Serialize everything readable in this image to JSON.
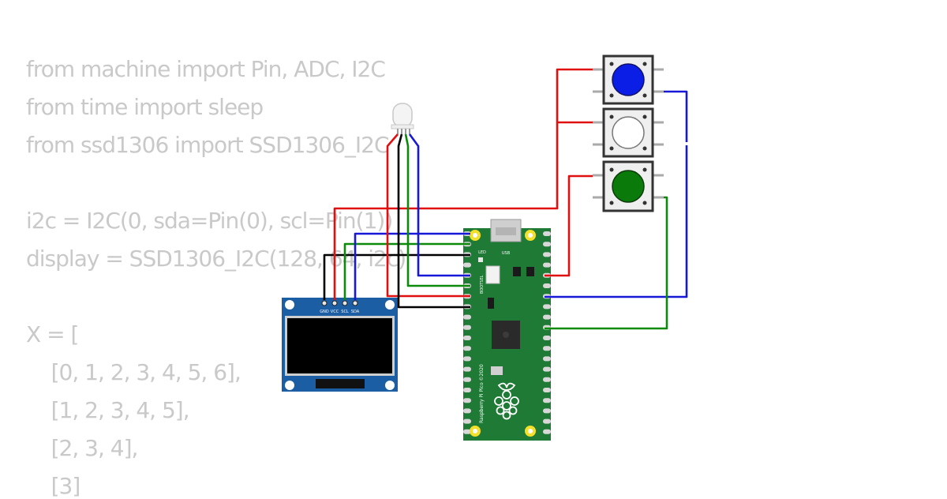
{
  "code_lines": [
    "from machine import Pin, ADC, I2C",
    "from time import sleep",
    "from ssd1306 import SSD1306_I2C",
    "",
    "i2c = I2C(0, sda=Pin(0), scl=Pin(1))",
    "display = SSD1306_I2C(128, 64, i2c)",
    "",
    "X = [",
    "    [0, 1, 2, 3, 4, 5, 6],",
    "    [1, 2, 3, 4, 5],",
    "    [2, 3, 4],",
    "    [3]"
  ],
  "oled": {
    "pin_labels": [
      "GND",
      "VCC",
      "SCL",
      "SDA"
    ]
  },
  "pico": {
    "usb_label": "USB",
    "led_label": "LED",
    "bootsel_label": "BOOTSEL",
    "board_label": "Raspberry Pi Pico ©2020"
  },
  "buttons": [
    {
      "id": "blue",
      "color": "#0a1ee6"
    },
    {
      "id": "white",
      "color": "#ffffff"
    },
    {
      "id": "green",
      "color": "#0a7a0a"
    }
  ],
  "colors": {
    "pcb": "#1e7a35",
    "oled_pcb": "#1b5ea3",
    "wire_red": "#e01010",
    "wire_blue": "#1818d8",
    "wire_green": "#0c8a0c",
    "wire_black": "#000000"
  }
}
